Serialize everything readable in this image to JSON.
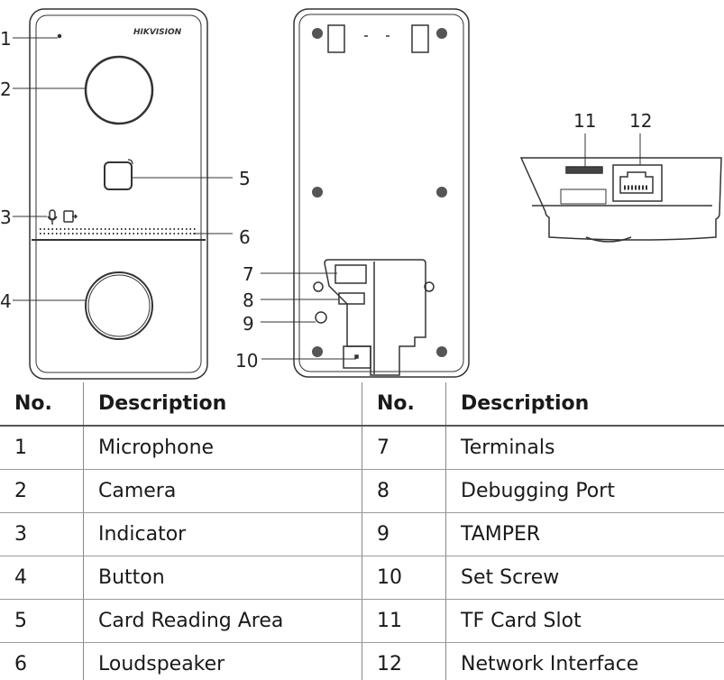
{
  "diagram": {
    "brand_logo": "HIKVISION",
    "front_callouts": [
      "1",
      "2",
      "3",
      "4",
      "5",
      "6"
    ],
    "back_callouts": [
      "7",
      "8",
      "9",
      "10"
    ],
    "side_callouts": [
      "11",
      "12"
    ]
  },
  "table": {
    "headers": [
      "No.",
      "Description",
      "No.",
      "Description"
    ],
    "rows": [
      [
        "1",
        "Microphone",
        "7",
        "Terminals"
      ],
      [
        "2",
        "Camera",
        "8",
        "Debugging Port"
      ],
      [
        "3",
        "Indicator",
        "9",
        "TAMPER"
      ],
      [
        "4",
        "Button",
        "10",
        "Set Screw"
      ],
      [
        "5",
        "Card Reading Area",
        "11",
        "TF Card Slot"
      ],
      [
        "6",
        "Loudspeaker",
        "12",
        "Network Interface"
      ]
    ]
  }
}
